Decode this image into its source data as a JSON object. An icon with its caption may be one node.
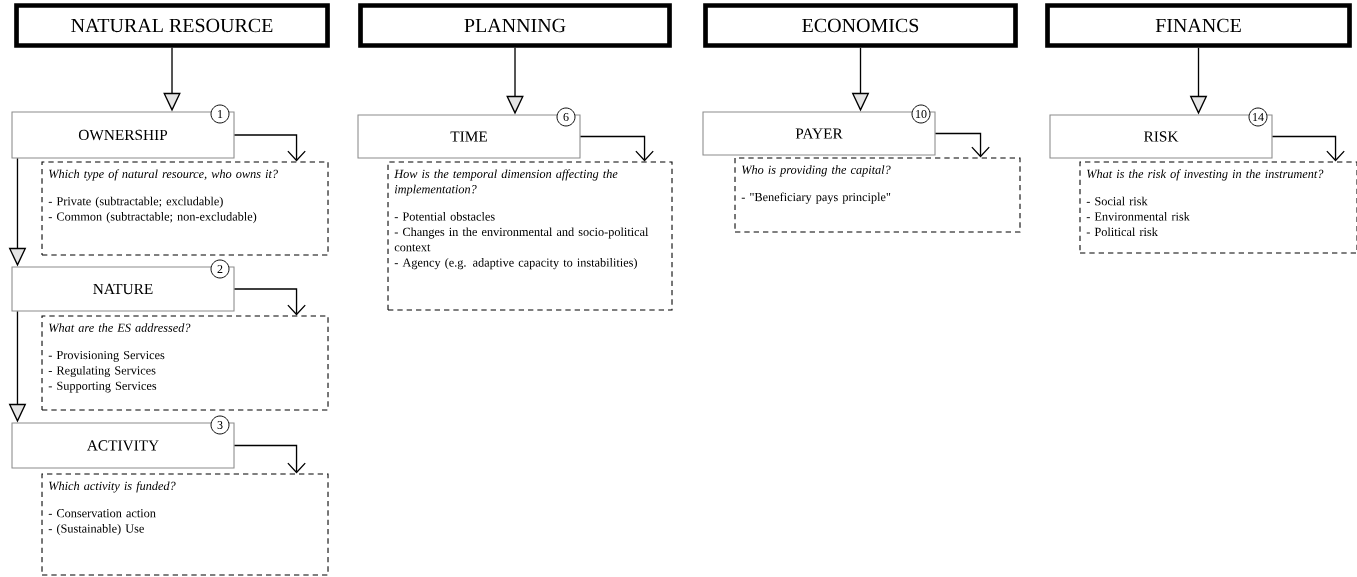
{
  "diagram": {
    "nodes": [
      {
        "text": [
          "NATURAL RESOURCE"
        ]
      },
      {
        "text": [
          "OWNERSHIP",
          "1"
        ]
      },
      {
        "text": [
          "Which type of natural resource, who owns it?",
          "- Private (subtractable; excludable)",
          "- Common (subtractable; non-excludable)"
        ]
      },
      {
        "text": [
          "NATURE",
          "2"
        ]
      },
      {
        "text": [
          "What are the ES addressed?",
          "- Provisioning Services",
          "- Regulating Services",
          "- Supporting Services"
        ]
      },
      {
        "text": [
          "ACTIVITY",
          "3"
        ]
      },
      {
        "text": [
          "Which activity is funded?",
          "- Conservation action",
          "- (Sustainable) Use"
        ]
      },
      {
        "text": [
          "PLANNING"
        ]
      },
      {
        "text": [
          "TIME",
          "6"
        ]
      },
      {
        "text": [
          "How is the temporal dimension affecting the implementation?",
          "- Potential obstacles",
          "- Changes in the environmental and socio-political context",
          "- Agency (e.g. adaptive capacity to instabilities)"
        ]
      },
      {
        "text": [
          "ECONOMICS"
        ]
      },
      {
        "text": [
          "PAYER",
          "10"
        ]
      },
      {
        "text": [
          "Who is providing the capital?",
          "- \"Beneficiary pays principle\""
        ]
      },
      {
        "text": [
          "FINANCE"
        ]
      },
      {
        "text": [
          "RISK",
          "14"
        ]
      },
      {
        "text": [
          "What is the risk of investing in the instrument?",
          "- Social risk",
          "- Environmental risk",
          "- Political risk"
        ]
      }
    ],
    "edges": [
      {
        "from": 0,
        "to": 1,
        "arrow": "to"
      },
      {
        "from": 1,
        "to": 2,
        "arrow": "to"
      },
      {
        "from": 1,
        "to": 3,
        "arrow": "to"
      },
      {
        "from": 3,
        "to": 4,
        "arrow": "to"
      },
      {
        "from": 3,
        "to": 5,
        "arrow": "to"
      },
      {
        "from": 5,
        "to": 6,
        "arrow": "to"
      },
      {
        "from": 7,
        "to": 8,
        "arrow": "to"
      },
      {
        "from": 8,
        "to": 9,
        "arrow": "to"
      },
      {
        "from": 10,
        "to": 11,
        "arrow": "to"
      },
      {
        "from": 11,
        "to": 12,
        "arrow": "to"
      },
      {
        "from": 13,
        "to": 14,
        "arrow": "to"
      },
      {
        "from": 14,
        "to": 15,
        "arrow": "to"
      }
    ]
  }
}
